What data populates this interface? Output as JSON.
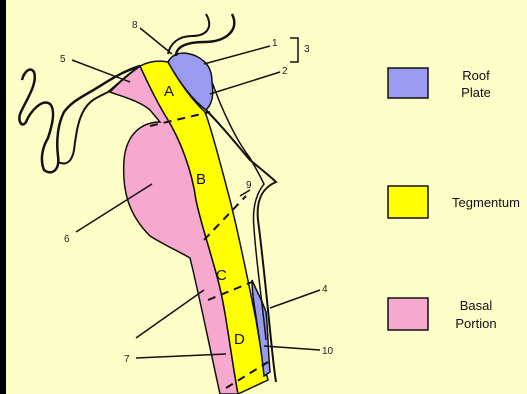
{
  "colors": {
    "background": "#fdfdc8",
    "roof_plate": "#9a9af0",
    "tegmentum": "#ffff00",
    "basal": "#f7a8cf"
  },
  "regions": {
    "a": "A",
    "b": "B",
    "c": "C",
    "d": "D"
  },
  "numbers": {
    "n1": "1",
    "n2": "2",
    "n3": "3",
    "n4": "4",
    "n5": "5",
    "n6": "6",
    "n7": "7",
    "n8": "8",
    "n9": "9",
    "n10": "10"
  },
  "legend": [
    {
      "label_line1": "Roof",
      "label_line2": "Plate",
      "color": "#9a9af0"
    },
    {
      "label_line1": "Tegmentum",
      "label_line2": "",
      "color": "#ffff00"
    },
    {
      "label_line1": "Basal",
      "label_line2": "Portion",
      "color": "#f7a8cf"
    }
  ]
}
